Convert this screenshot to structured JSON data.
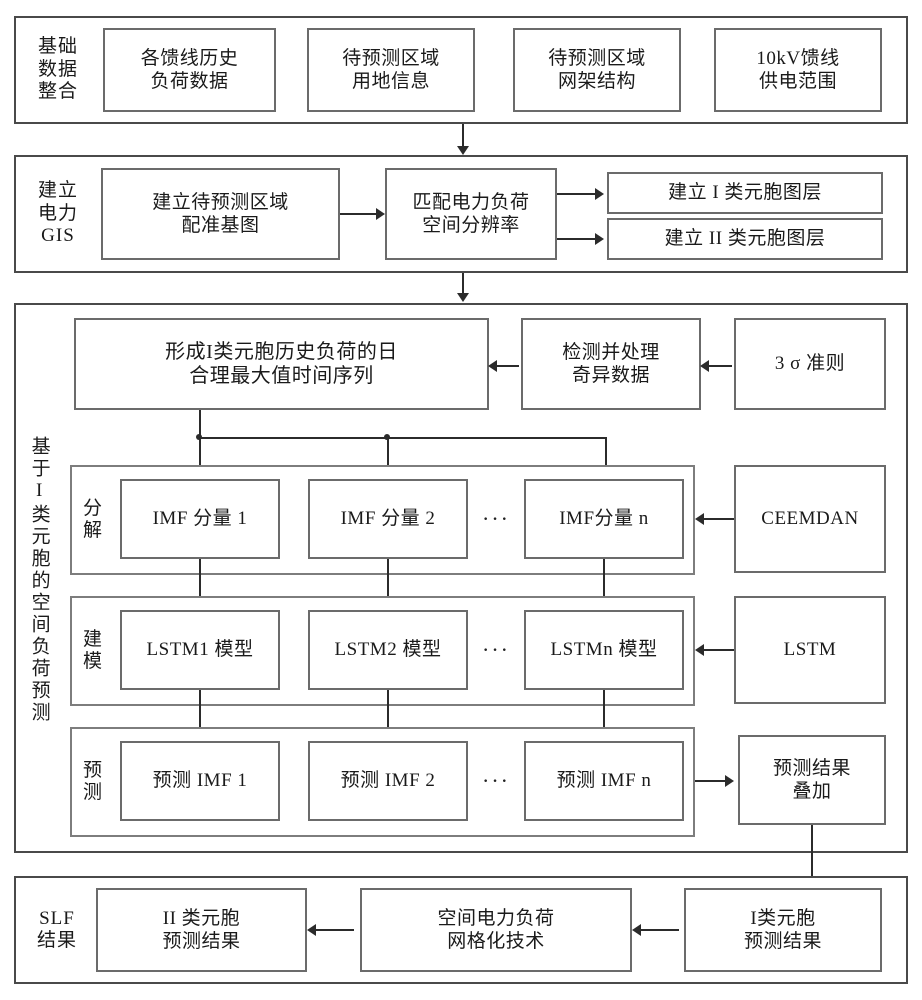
{
  "diagram": {
    "title": "Spatial load forecasting flowchart",
    "sections": [
      {
        "key": "basic_data",
        "label": "基础\n数据\n整合",
        "boxes": [
          "各馈线历史\n负荷数据",
          "待预测区域\n用地信息",
          "待预测区域\n网架结构",
          "10kV馈线\n供电范围"
        ]
      },
      {
        "key": "power_gis",
        "label": "建立\n电力\nGIS",
        "boxes": [
          "建立待预测区域\n配准基图",
          "匹配电力负荷\n空间分辨率",
          "建立 I 类元胞图层",
          "建立 II 类元胞图层"
        ]
      },
      {
        "key": "spatial_forecast",
        "label": "基于 I 类元胞的空间负荷预测",
        "label_chars": "基于I类元胞的空间负荷预测",
        "row_top": {
          "series_box": "形成I类元胞历史负荷的日\n合理最大值时间序列",
          "outlier_box": "检测并处理\n奇异数据",
          "rule_box": "3 σ 准则"
        },
        "row_decompose": {
          "label": "分\n解",
          "items": [
            "IMF 分量 1",
            "IMF 分量 2",
            "IMF分量 n"
          ],
          "ellipsis": "···",
          "method_box": "CEEMDAN"
        },
        "row_model": {
          "label": "建\n模",
          "items": [
            "LSTM1 模型",
            "LSTM2 模型",
            "LSTMn 模型"
          ],
          "ellipsis": "···",
          "method_box": "LSTM"
        },
        "row_predict": {
          "label": "预\n测",
          "items": [
            "预测 IMF 1",
            "预测 IMF 2",
            "预测 IMF n"
          ],
          "ellipsis": "···",
          "sum_box": "预测结果\n叠加"
        }
      },
      {
        "key": "slf_result",
        "label": "SLF\n结果",
        "boxes": [
          "II 类元胞\n预测结果",
          "空间电力负荷\n网格化技术",
          "I类元胞\n预测结果"
        ]
      }
    ]
  },
  "colors": {
    "section_border": "#4a4a4a",
    "box_border": "#6b6b6b",
    "line": "#2b2b2b",
    "background": "#ffffff",
    "text": "#1a1a1a"
  }
}
